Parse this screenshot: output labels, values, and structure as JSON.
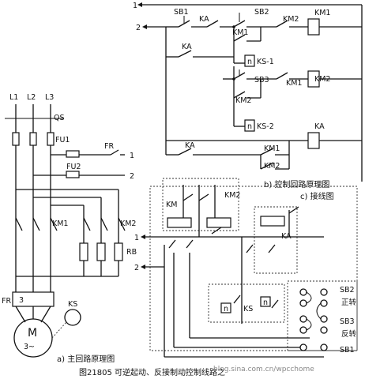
{
  "labels": {
    "line1": "1",
    "line2": "2",
    "sb1": "SB1",
    "ka_top": "KA",
    "sb2": "SB2",
    "km2_top": "KM2",
    "km1_coil": "KM1",
    "km1_contact": "KM1",
    "ka_contact": "KA",
    "n1": "n",
    "ks1": "KS-1",
    "sb3": "SB3",
    "km1_mid": "KM1",
    "km2_coil": "KM2",
    "km2_contact": "KM2",
    "n2": "n",
    "ks2": "KS-2",
    "ka_coil": "KA",
    "ka_bottom": "KA",
    "km1_bottom": "KM1",
    "km2_bottom": "KM2",
    "caption_b": "b) 控制回路原理图",
    "caption_c": "c) 接线图",
    "l1": "L1",
    "l2": "L2",
    "l3": "L3",
    "qs": "QS",
    "fu1": "FU1",
    "fu2": "FU2",
    "fr": "FR",
    "fr_1": "1",
    "fr_2": "2",
    "km1_main": "KM1",
    "km2_main": "KM2",
    "rb": "RB",
    "fr_box": "FR",
    "fr_num": "3",
    "ks_main": "KS",
    "motor_m": "M",
    "motor_3": "3~",
    "caption_a": "a) 主回路原理图",
    "w_km": "KM",
    "w_km2": "KM2",
    "w_ka": "KA",
    "w_1": "1",
    "w_2": "2",
    "w_n": "n",
    "w_ks": "KS",
    "w_n2": "n",
    "w_sb2": "SB2",
    "w_zz": "正转",
    "w_sb3": "SB3",
    "w_fz": "反转",
    "w_sb1": "SB1",
    "figure_title": "图21805 可逆起动、反接制动控制线路之",
    "watermark": "blog.sina.com.cn/wpcchome"
  }
}
